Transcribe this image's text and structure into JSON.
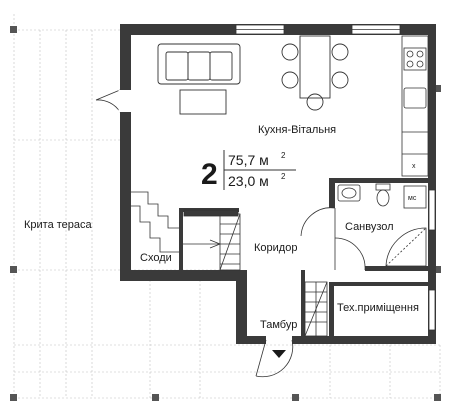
{
  "floor": {
    "number": "2",
    "total_area": "75,7 м",
    "living_area": "23,0 м",
    "area_unit_power": "2"
  },
  "rooms": {
    "terrace": "Крита тераса",
    "kitchen_living": "Кухня-Вітальня",
    "stairs": "Сходи",
    "corridor": "Коридор",
    "bathroom": "Санвузол",
    "vestibule": "Тамбур",
    "technical": "Тех.приміщення"
  },
  "fixtures": {
    "washing_machine": "мс",
    "hood": "x"
  },
  "colors": {
    "wall": "#3a3a3a",
    "line": "#333333",
    "grid": "#bfbfbf",
    "column": "#555555"
  }
}
